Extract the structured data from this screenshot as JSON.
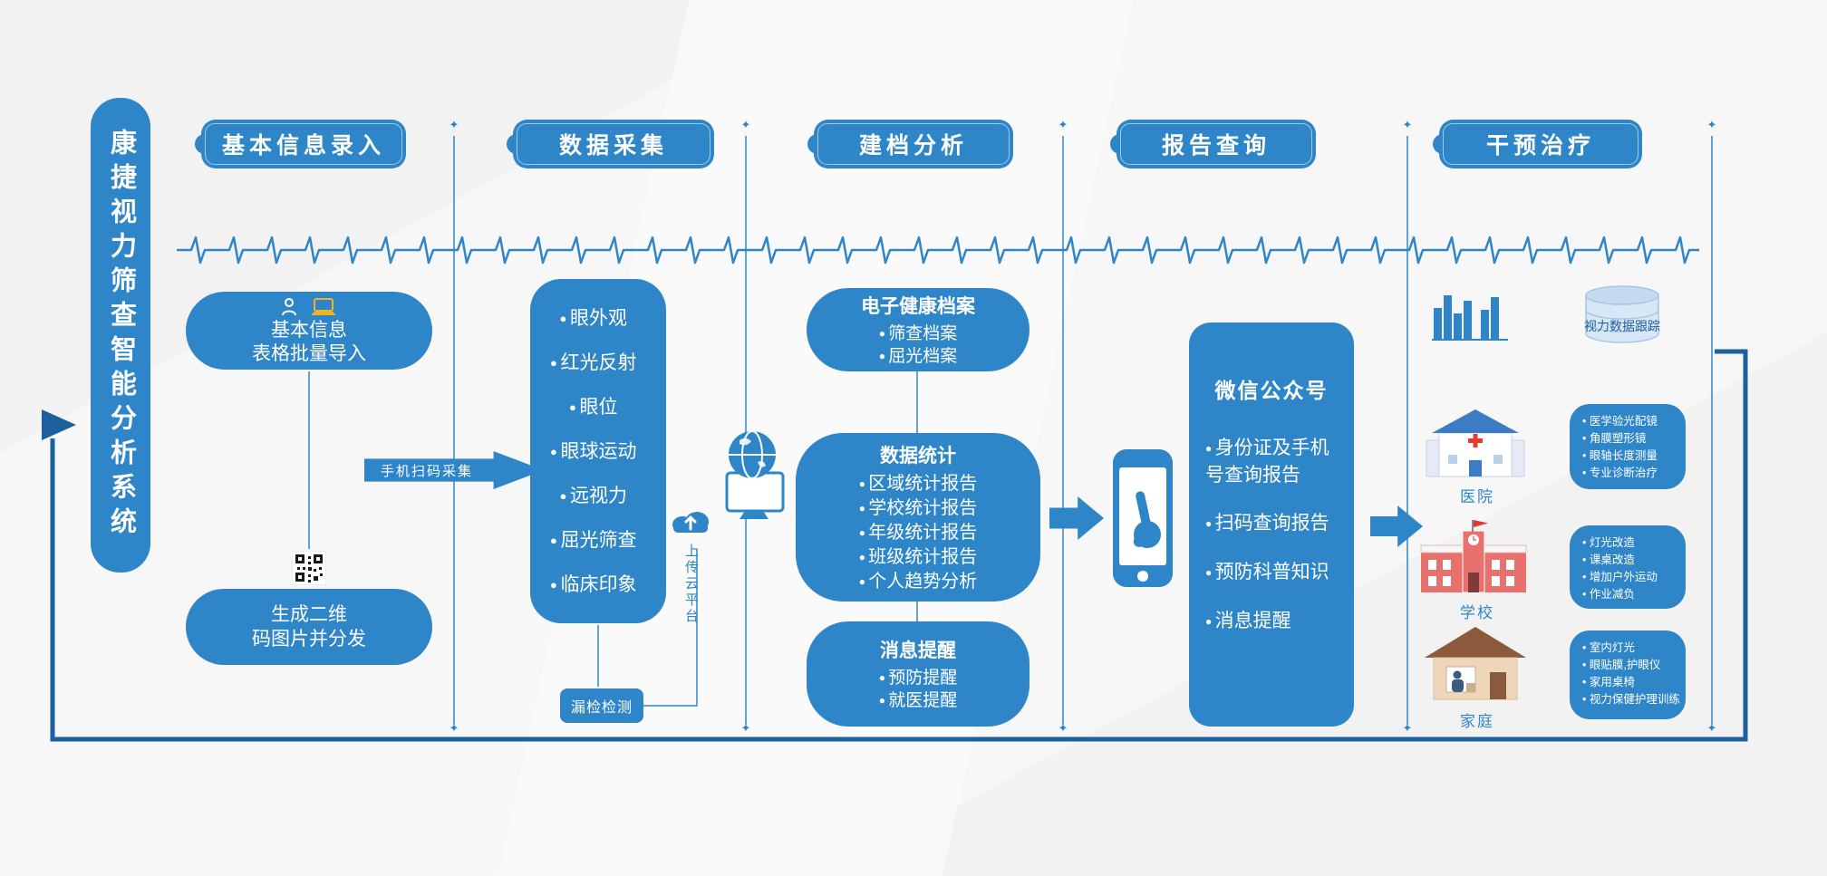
{
  "title": "康捷视力筛查智能分析系统",
  "headers": [
    "基本信息录入",
    "数据采集",
    "建档分析",
    "报告查询",
    "干预治疗"
  ],
  "col1": {
    "import_line1": "基本信息",
    "import_line2": "表格批量导入",
    "generate_line1": "生成二维",
    "generate_line2": "码图片并分发",
    "scan_arrow": "手机扫码采集"
  },
  "col2": {
    "items": [
      "眼外观",
      "红光反射",
      "眼位",
      "眼球运动",
      "远视力",
      "屈光筛查",
      "临床印象"
    ],
    "missed_check": "漏检检测",
    "upload_label": "上传云平台"
  },
  "col3": {
    "ehr_title": "电子健康档案",
    "ehr_items": [
      "筛查档案",
      "屈光档案"
    ],
    "stats_title": "数据统计",
    "stats_items": [
      "区域统计报告",
      "学校统计报告",
      "年级统计报告",
      "班级统计报告",
      "个人趋势分析"
    ],
    "notify_title": "消息提醒",
    "notify_items": [
      "预防提醒",
      "就医提醒"
    ]
  },
  "col4": {
    "title": "微信公众号",
    "items": [
      "身份证及手机号查询报告",
      "扫码查询报告",
      "预防科普知识",
      "消息提醒"
    ]
  },
  "col5": {
    "db_label": "视力数据跟踪",
    "hospital_label": "医院",
    "hospital_items": [
      "医学验光配镜",
      "角膜塑形镜",
      "眼轴长度测量",
      "专业诊断治疗"
    ],
    "school_label": "学校",
    "school_items": [
      "灯光改造",
      "课桌改造",
      "增加户外运动",
      "作业减负"
    ],
    "home_label": "家庭",
    "home_items": [
      "室内灯光",
      "眼贴膜,护眼仪",
      "家用桌椅",
      "视力保健护理训练"
    ]
  },
  "colors": {
    "primary": "#2E86C8",
    "loop": "#1E5F9E",
    "accent_yellow": "#F0B429"
  },
  "icons": {
    "person-icon": "user silhouette",
    "laptop-icon": "laptop",
    "qr-code-icon": "QR code",
    "cloud-upload-icon": "cloud with up arrow",
    "globe-monitor-icon": "globe over computer monitor",
    "phone-touch-icon": "smartphone with tapping hand",
    "bar-chart-icon": "bar chart",
    "database-icon": "data cylinder",
    "hospital-icon": "hospital building",
    "school-icon": "school building",
    "home-icon": "house with person",
    "ecg-line": "heartbeat pulse divider"
  }
}
